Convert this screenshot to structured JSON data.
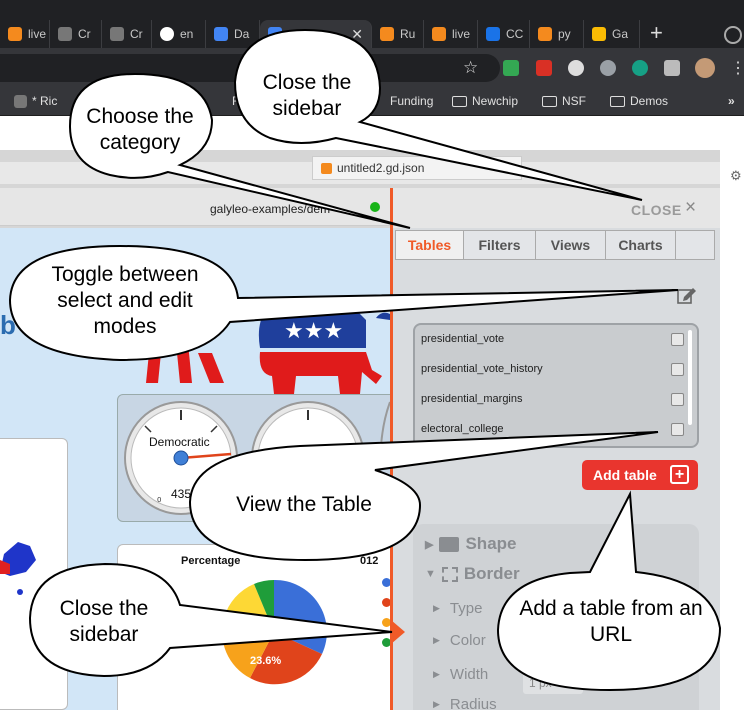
{
  "browser": {
    "tabs": [
      {
        "label": "live",
        "color": "#f48a1e"
      },
      {
        "label": "Cr",
        "color": "#888888"
      },
      {
        "label": "Cr",
        "color": "#888888"
      },
      {
        "label": "en",
        "color": "#ffffff"
      },
      {
        "label": "Da",
        "color": "#4285f4"
      },
      {
        "label": "Ru",
        "color": "#f48a1e"
      },
      {
        "label": "live",
        "color": "#f48a1e"
      },
      {
        "label": "CC",
        "color": "#1a73e8"
      },
      {
        "label": "py",
        "color": "#f48a1e"
      },
      {
        "label": "Ga",
        "color": "#fbbc04"
      }
    ],
    "new_tab": "+",
    "bookmarks": [
      "* Ric",
      "Research",
      "Funding",
      "Newchip",
      "NSF",
      "Demos"
    ],
    "bookmarks_more": "»"
  },
  "editor": {
    "file_tab": "untitled2.gd.json",
    "doc_path": "galyleo-examples/dem",
    "gauge_label": "Democratic",
    "gauge_value": "435",
    "pie_title": "Percentage",
    "pie_title_suffix": "012",
    "pie_label": "23.6%",
    "partial_title": "b"
  },
  "sidebar": {
    "close_label": "CLOSE",
    "close_icon": "×",
    "tabs": [
      "Tables",
      "Filters",
      "Views",
      "Charts"
    ],
    "active_tab": "Tables",
    "tables": [
      "presidential_vote",
      "presidential_vote_history",
      "presidential_margins",
      "electoral_college"
    ],
    "add_table_label": "Add table",
    "add_table_icon": "+",
    "style": {
      "shape": "Shape",
      "border": "Border",
      "type": "Type",
      "color": "Color",
      "width": "Width",
      "width_value": "1 px",
      "radius": "Radius"
    },
    "accent": "#f05a28"
  },
  "callouts": {
    "choose_category": "Choose  the category",
    "close_sidebar_top": "Close the sidebar",
    "toggle_modes": "Toggle between select and edit modes",
    "view_table": "View the Table",
    "close_sidebar_bottom": "Close the sidebar",
    "add_table_url": "Add a table from an URL"
  }
}
